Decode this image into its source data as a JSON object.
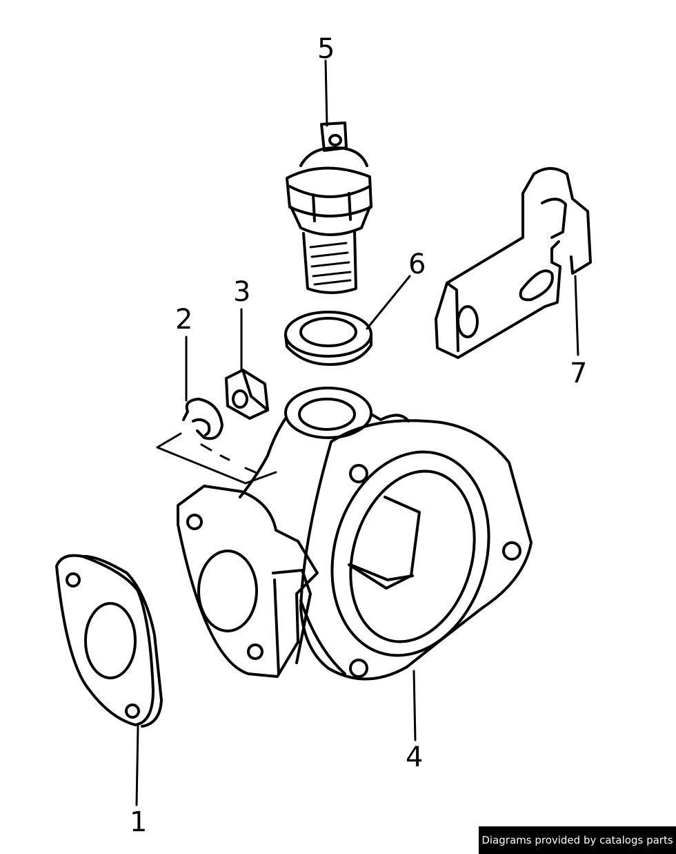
{
  "callouts": [
    {
      "id": "1",
      "label": "1",
      "part": "gasket"
    },
    {
      "id": "2",
      "label": "2",
      "part": "lock washer"
    },
    {
      "id": "3",
      "label": "3",
      "part": "nut"
    },
    {
      "id": "4",
      "label": "4",
      "part": "thermostat housing"
    },
    {
      "id": "5",
      "label": "5",
      "part": "temperature sender"
    },
    {
      "id": "6",
      "label": "6",
      "part": "sealing ring"
    },
    {
      "id": "7",
      "label": "7",
      "part": "bracket"
    }
  ],
  "credit": {
    "text": "Diagrams provided by catalogs parts",
    "background": "#000000",
    "color": "#ffffff"
  },
  "colors": {
    "ink": "#000000",
    "paper": "#ffffff"
  }
}
